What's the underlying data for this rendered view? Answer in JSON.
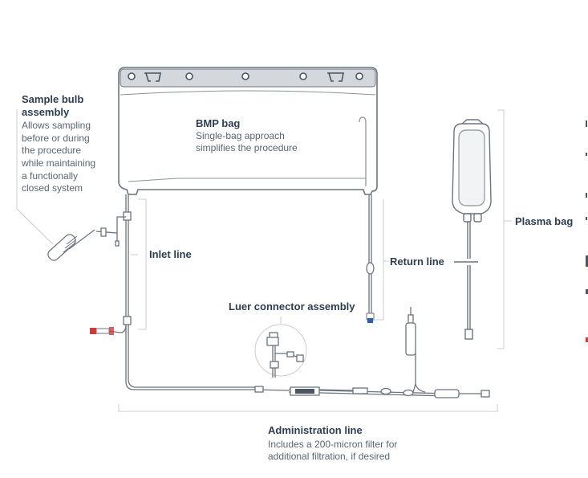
{
  "labels": {
    "bmp_bag": {
      "title": "BMP bag",
      "desc": [
        "Single-bag approach",
        "simplifies the procedure"
      ]
    },
    "sample_bulb": {
      "title": [
        "Sample bulb",
        "assembly"
      ],
      "desc": [
        "Allows sampling",
        "before or during",
        "the procedure",
        "while maintaining",
        "a functionally",
        "closed system"
      ]
    },
    "inlet_line": {
      "title": "Inlet line"
    },
    "return_line": {
      "title": "Return line"
    },
    "plasma_bag": {
      "title": "Plasma bag"
    },
    "luer_connector": {
      "title": "Luer connector assembly"
    },
    "administration_line": {
      "title": "Administration line",
      "desc": [
        "Includes a 200-micron filter for",
        "additional filtration, if desired"
      ]
    }
  },
  "colors": {
    "outline": "#6b7480",
    "bag_header": "#d4d7db",
    "label_title": "#2e3e52",
    "label_text": "#5a6573",
    "bracket": "#c9ccd0",
    "red_connector": "#d13a3a",
    "blue_connector": "#2a5fb0"
  }
}
